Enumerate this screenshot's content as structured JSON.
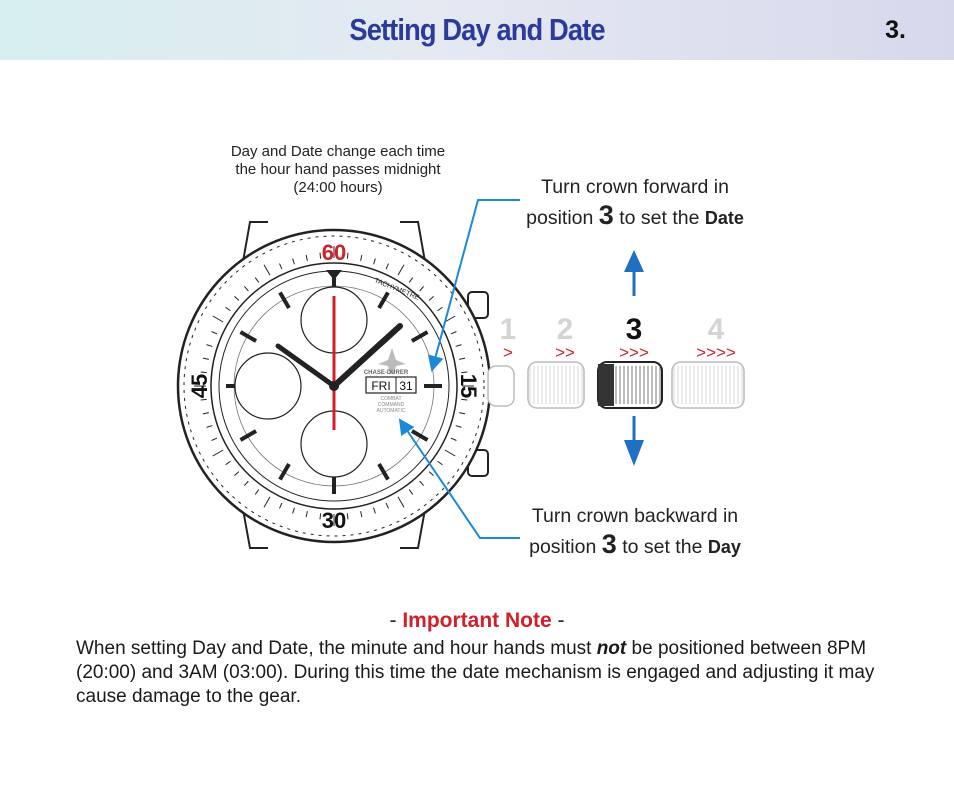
{
  "header": {
    "title": "Setting Day and Date",
    "page_number": "3."
  },
  "callouts": {
    "midnight": "Day and Date change each time the hour hand passes midnight (24:00 hours)",
    "forward": {
      "line1": "Turn crown forward in",
      "pre": "position ",
      "num": "3",
      "post": " to set the ",
      "word": "Date"
    },
    "backward": {
      "line1": "Turn crown backward in",
      "pre": "position ",
      "num": "3",
      "post": " to set the ",
      "word": "Day"
    }
  },
  "watch": {
    "brand": "CHASE-DURER",
    "model_line1": "COMBAT",
    "model_line2": "COMMAND",
    "model_line3": "AUTOMATIC",
    "day": "FRI",
    "date": "31",
    "tachy_label": "TACHYMETRE",
    "bezel_top": "60",
    "bezel_left": "45",
    "bezel_bottom": "30",
    "bezel_right": "15"
  },
  "positions": [
    {
      "number": "1",
      "arrows": ">"
    },
    {
      "number": "2",
      "arrows": ">>"
    },
    {
      "number": "3",
      "arrows": ">>>"
    },
    {
      "number": "4",
      "arrows": ">>>>"
    }
  ],
  "note": {
    "prefix": "- ",
    "heading": "Important Note",
    "suffix": " -",
    "text_before": "When setting Day and Date, the minute and hour hands must ",
    "emphasis": "not",
    "text_after": " be positioned between 8PM (20:00) and 3AM (03:00). During this time the date mechanism is engaged and adjusting it may cause damage to the gear."
  },
  "colors": {
    "title": "#2a3b9c",
    "accent_red": "#d0202a",
    "arrow_blue": "#1f6fc2",
    "pointer_blue": "#1e88d8"
  }
}
